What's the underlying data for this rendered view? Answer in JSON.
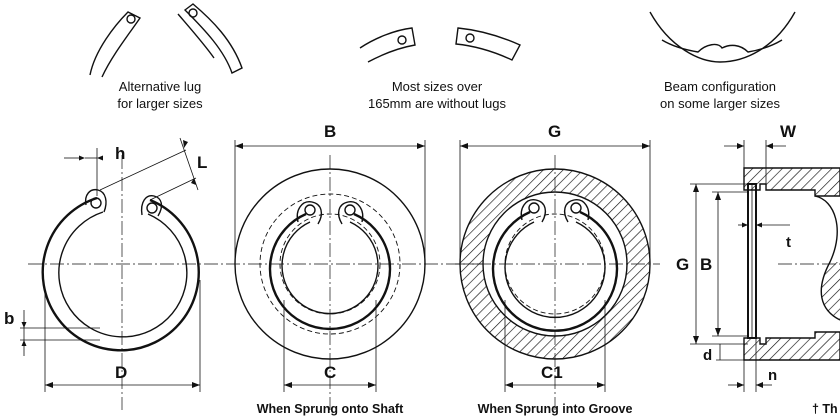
{
  "captions": {
    "alt_lug_line1": "Alternative lug",
    "alt_lug_line2": "for larger sizes",
    "no_lugs_line1": "Most sizes over",
    "no_lugs_line2": "165mm are without lugs",
    "beam_line1": "Beam configuration",
    "beam_line2": "on some larger sizes",
    "shaft": "When Sprung onto Shaft",
    "groove": "When Sprung into Groove",
    "cut_note": "† Th"
  },
  "dimensions": {
    "h": "h",
    "L": "L",
    "b": "b",
    "D": "D",
    "B": "B",
    "C": "C",
    "G": "G",
    "C1": "C1",
    "W": "W",
    "t": "t",
    "G_side": "G",
    "B_side": "B",
    "d": "d",
    "n": "n"
  }
}
